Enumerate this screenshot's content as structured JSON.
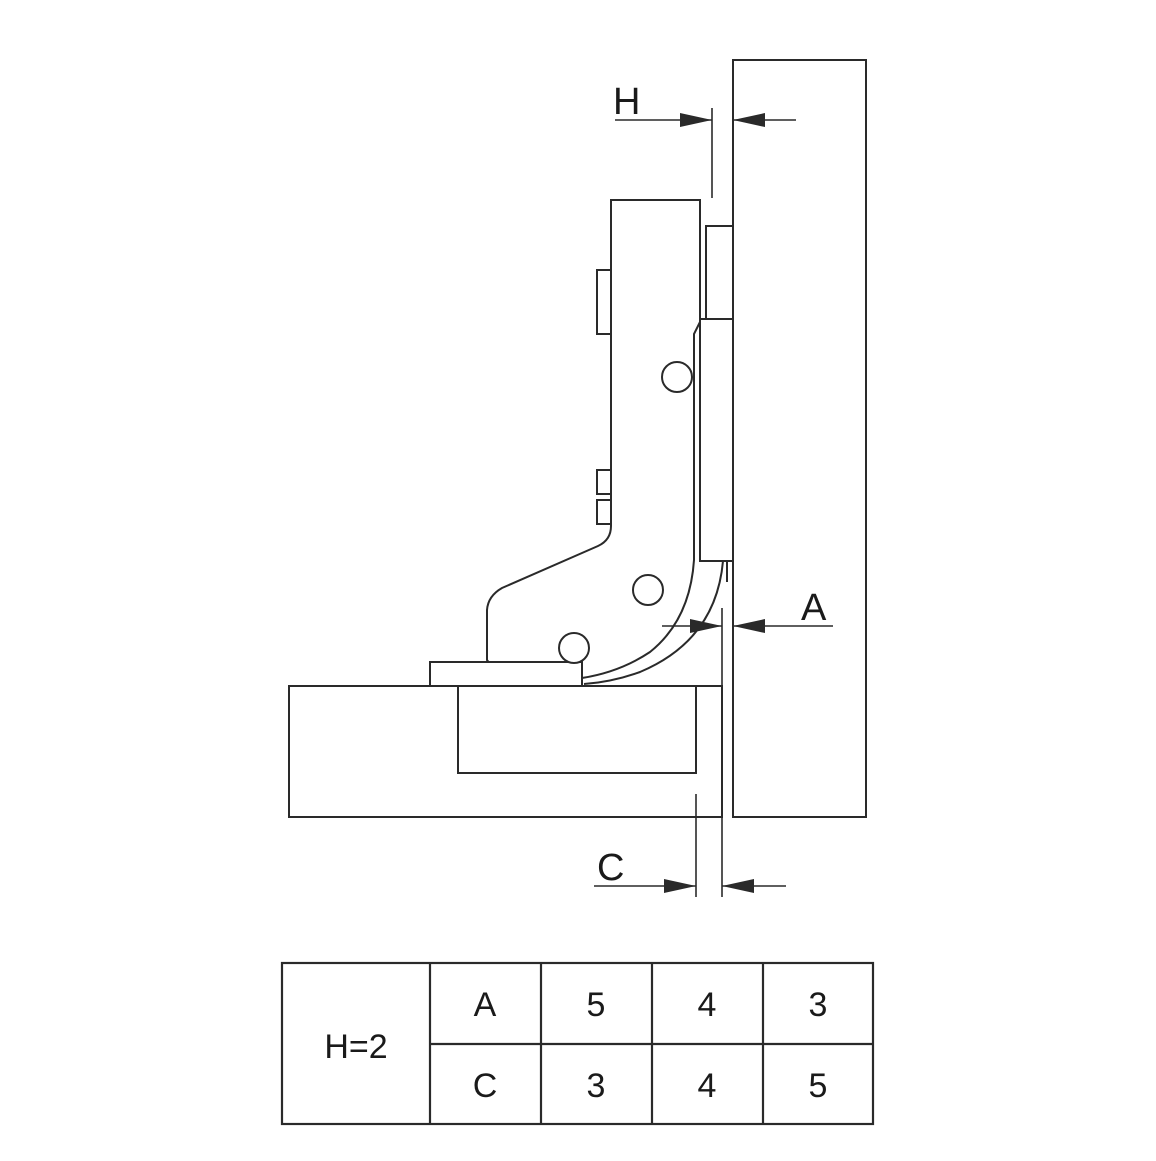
{
  "dimensions": {
    "h_label": "H",
    "a_label": "A",
    "c_label": "C"
  },
  "table": {
    "condition": "H=2",
    "rows": [
      {
        "key": "A",
        "values": [
          "5",
          "4",
          "3"
        ]
      },
      {
        "key": "C",
        "values": [
          "3",
          "4",
          "5"
        ]
      }
    ]
  },
  "colors": {
    "line": "#2a2a2a",
    "background": "#ffffff"
  }
}
